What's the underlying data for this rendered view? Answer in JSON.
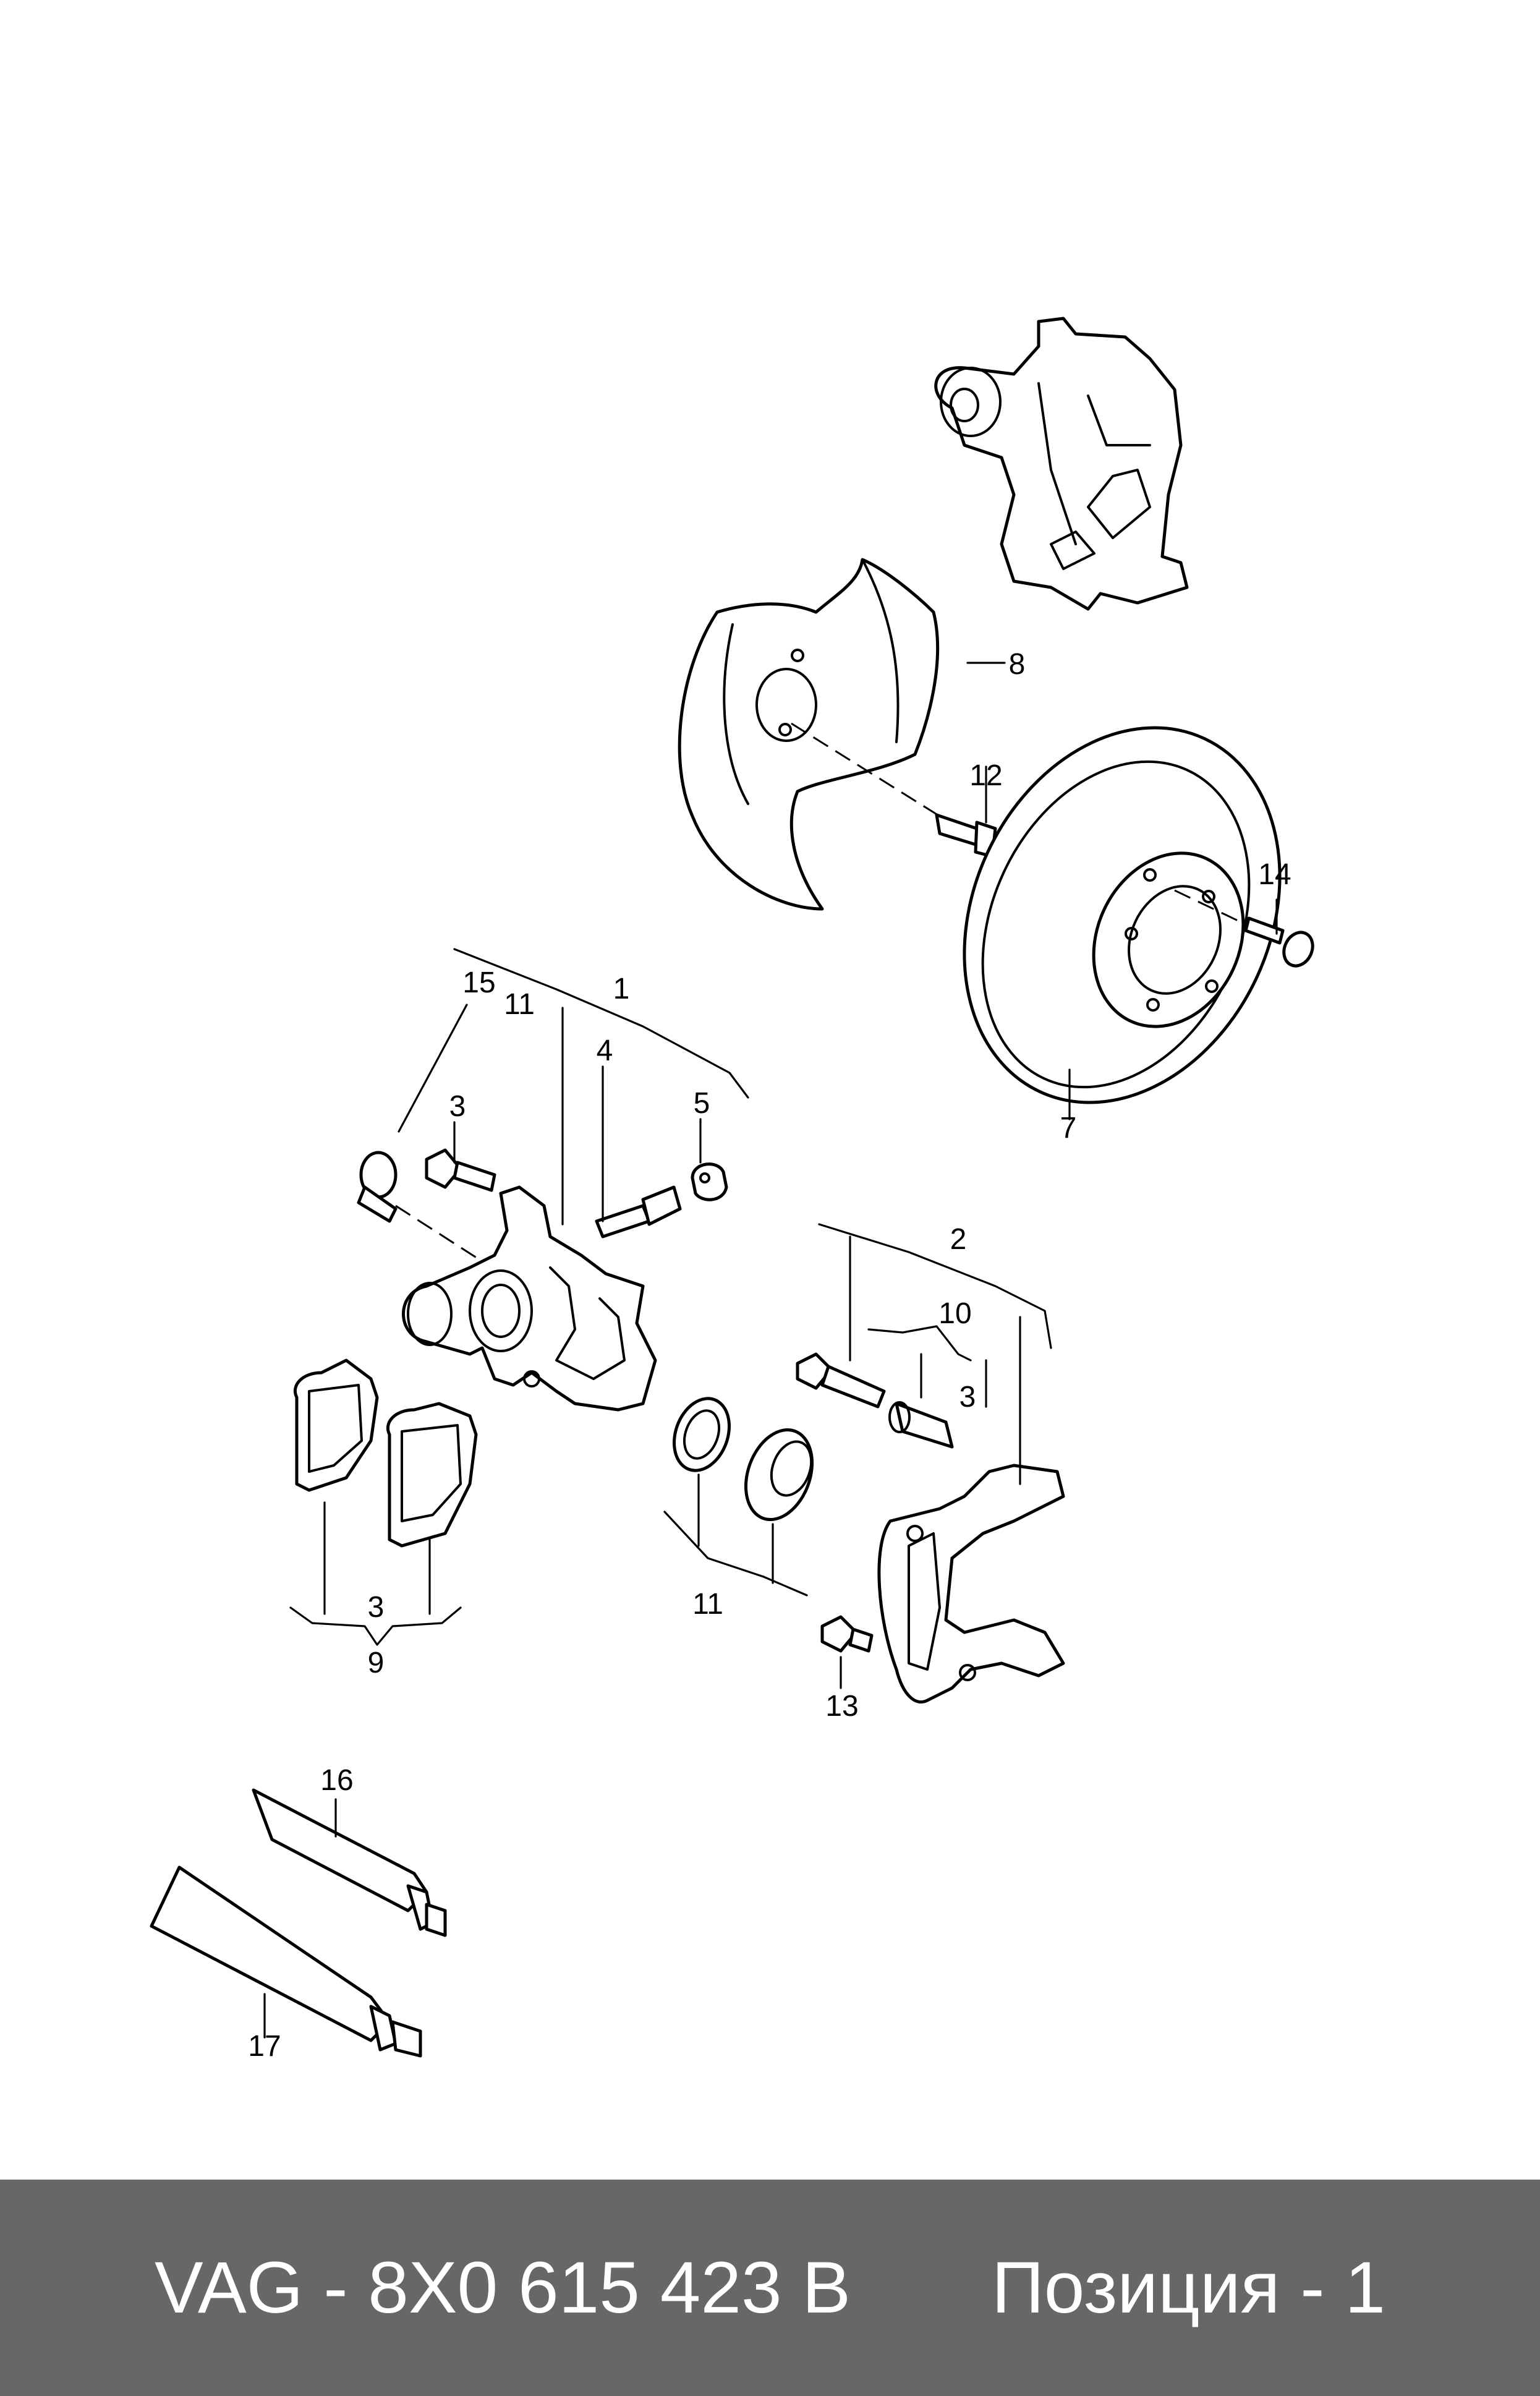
{
  "footer": {
    "part_number": "VAG - 8X0 615 423 B",
    "position": "Позиция - 1"
  },
  "callouts": {
    "c1": "1",
    "c2": "2",
    "c3a": "3",
    "c3b": "3",
    "c3c": "3",
    "c4": "4",
    "c5": "5",
    "c7": "7",
    "c8": "8",
    "c9": "9",
    "c10": "10",
    "c11a": "11",
    "c11b": "11",
    "c12": "12",
    "c13": "13",
    "c14": "14",
    "c15": "15",
    "c16": "16",
    "c17": "17"
  },
  "colors": {
    "line": "#000000",
    "background": "#ffffff",
    "footer_bg": "#676767",
    "footer_text": "#ffffff"
  }
}
